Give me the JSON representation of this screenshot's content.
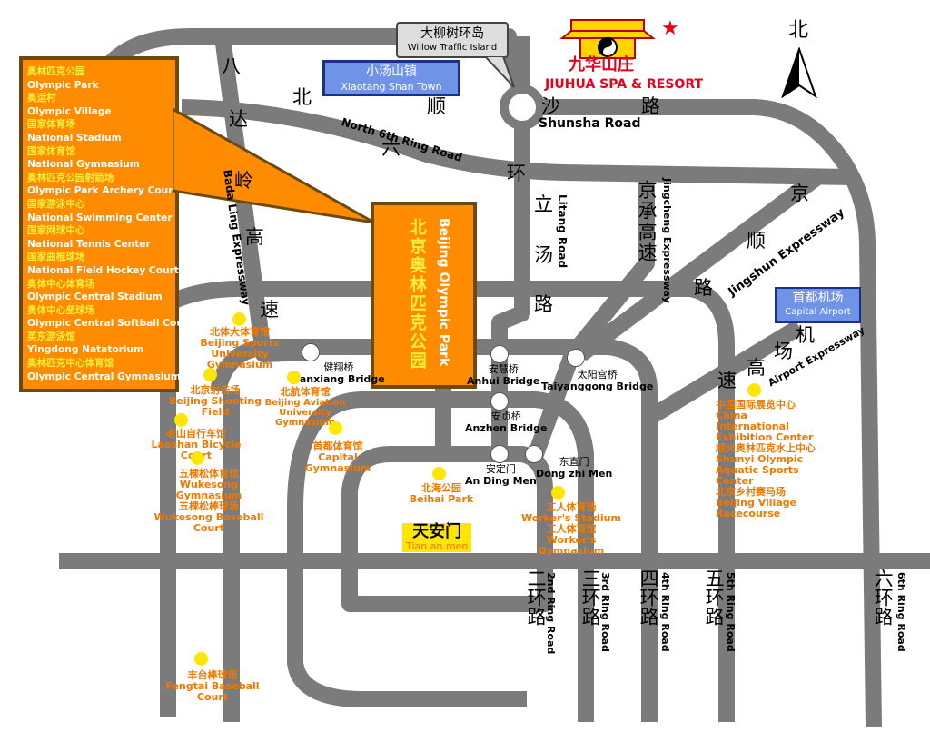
{
  "legend": {
    "items": [
      {
        "zh": "奥林匹克公园",
        "en": "Olympic Park"
      },
      {
        "zh": "奥运村",
        "en": "Olympic Village"
      },
      {
        "zh": "国家体育场",
        "en": "National Stadium"
      },
      {
        "zh": "国家体育馆",
        "en": "National Gymnasium"
      },
      {
        "zh": "奥林匹克公园射箭场",
        "en": "Olympic Park Archery Court"
      },
      {
        "zh": "国家游泳中心",
        "en": "National Swimming Center"
      },
      {
        "zh": "国家网球中心",
        "en": "National Tennis Center"
      },
      {
        "zh": "国家曲棍球场",
        "en": "National Field Hockey Court"
      },
      {
        "zh": "奥体中心体育场",
        "en": "Olympic Central Stadium"
      },
      {
        "zh": "奥体中心垒球场",
        "en": "Olympic Central Softball Court"
      },
      {
        "zh": "英东游泳馆",
        "en": "Yingdong Natatorium"
      },
      {
        "zh": "奥林匹克中心体育馆",
        "en": "Olympic Central Gymnasium"
      }
    ]
  },
  "olympic_park": {
    "zh": "北京奥林匹克公园",
    "en": "Beijing Olympic Park"
  },
  "signs": {
    "willow": {
      "zh": "大柳树环岛",
      "en": "Willow Traffic Island"
    },
    "xiaotang": {
      "zh": "小汤山镇",
      "en": "Xiaotang Shan Town"
    },
    "airport": {
      "zh": "首都机场",
      "en": "Capital Airport"
    }
  },
  "resort": {
    "zh": "九华山庄",
    "en": "JIUHUA SPA & RESORT",
    "star": "★"
  },
  "north": "北",
  "roads": {
    "badaling_zh": [
      "八",
      "达",
      "岭",
      "高",
      "速"
    ],
    "badaling_en": "Bada Ling Expressway",
    "north6_zh": [
      "北",
      "六",
      "环"
    ],
    "north6_en": "North 6th Ring Road",
    "shunsha_zh": [
      "顺",
      "沙",
      "路"
    ],
    "shunsha_en": "Shunsha Road",
    "litang_zh": [
      "立",
      "汤",
      "路"
    ],
    "litang_en": "Litang Road",
    "jingcheng_zh": "京承高速",
    "jingcheng_en": "Jingcheng Expressway",
    "jingshun_zh": [
      "京",
      "顺",
      "路"
    ],
    "jingshun_en": "Jingshun Expressway",
    "airport_zh": [
      "机",
      "场",
      "高",
      "速"
    ],
    "airport_en": "Airport Expressway",
    "ring2_zh": "二环路",
    "ring2_en": "2nd Ring Road",
    "ring3_zh": "三环路",
    "ring3_en": "3rd Ring Road",
    "ring4_zh": "四环路",
    "ring4_en": "4th Ring Road",
    "ring5_zh": "五环路",
    "ring5_en": "5th Ring Road",
    "ring6_zh": "六环路",
    "ring6_en": "6th Ring Road"
  },
  "bridges": {
    "jianxiang": {
      "zh": "健翔桥",
      "en": "Jianxiang Bridge"
    },
    "anhui": {
      "zh": "安慧桥",
      "en": "Anhui Bridge"
    },
    "taiyanggong": {
      "zh": "太阳宫桥",
      "en": "Taiyanggong Bridge"
    },
    "anzhen": {
      "zh": "安贞桥",
      "en": "Anzhen Bridge"
    },
    "andingmen": {
      "zh": "安定门",
      "en": "An Ding Men"
    },
    "dongzhimen": {
      "zh": "东直门",
      "en": "Dong zhi Men"
    }
  },
  "venues": {
    "bsu": {
      "zh": "北体大体育馆",
      "en": "Beijing Sports University Gymnasium"
    },
    "shooting": {
      "zh": "北京射击场",
      "en": "Beijing Shooting Field"
    },
    "aviation": {
      "zh": "北航体育馆",
      "en": "Beijing Aviation University Gymnasium"
    },
    "laoshan": {
      "zh": "老山自行车馆",
      "en": "Laoshan Bicycle Court"
    },
    "capital_gym": {
      "zh": "首都体育馆",
      "en": "Capital Gymnasium"
    },
    "wukesong": {
      "zh": "五棵松体育馆",
      "en": "Wukesong Gymnasium"
    },
    "wukesong_base": {
      "zh": "五棵松棒球场",
      "en": "Wukesong Baseball Court"
    },
    "beihai": {
      "zh": "北海公园",
      "en": "Beihai Park"
    },
    "tiananmen": {
      "zh": "天安门",
      "en": "Tian an men"
    },
    "workers_stadium": {
      "zh": "工人体育场",
      "en": "Worker's Stadium"
    },
    "workers_gym": {
      "zh": "工人体育馆",
      "en": "Worker's Gymnasium"
    },
    "exhibition": {
      "zh": "中国国际展览中心",
      "en": "China International Exhibition Center"
    },
    "shunyi": {
      "zh": "顺义奥林匹克水上中心",
      "en": "Shunyi Olympic Aquatic Sports Center"
    },
    "racecourse": {
      "zh": "北京乡村赛马场",
      "en": "Beijing Village Racecourse"
    },
    "fengtai": {
      "zh": "丰台棒球场",
      "en": "Fengtai Baseball Court"
    }
  },
  "colors": {
    "road": "#7b7b7b",
    "orange": "#ff8c00",
    "border": "#6b4a12",
    "venue_text": "#f07800",
    "dot": "#ffe600",
    "sign_blue": "#6f93e6",
    "resort_red": "#e8001c"
  }
}
